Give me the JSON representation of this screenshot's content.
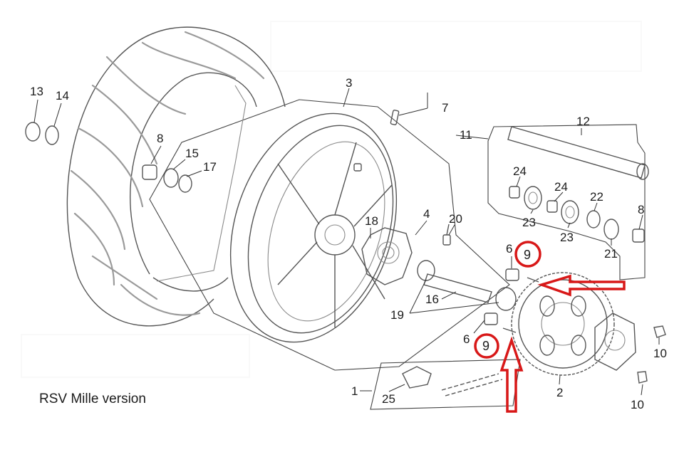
{
  "caption": "RSV Mille version",
  "labels": {
    "p1": "1",
    "p2": "2",
    "p3": "3",
    "p4": "4",
    "p6a": "6",
    "p6b": "6",
    "p7": "7",
    "p8a": "8",
    "p8b": "8",
    "p9a": "9",
    "p9b": "9",
    "p10a": "10",
    "p10b": "10",
    "p11": "11",
    "p12": "12",
    "p13": "13",
    "p14": "14",
    "p15": "15",
    "p16": "16",
    "p17": "17",
    "p18": "18",
    "p19": "19",
    "p20": "20",
    "p21": "21",
    "p22": "22",
    "p23a": "23",
    "p23b": "23",
    "p24a": "24",
    "p24b": "24",
    "p25": "25"
  },
  "colors": {
    "highlight": "#d81818",
    "line": "#555555",
    "text": "#1c1c1c"
  }
}
